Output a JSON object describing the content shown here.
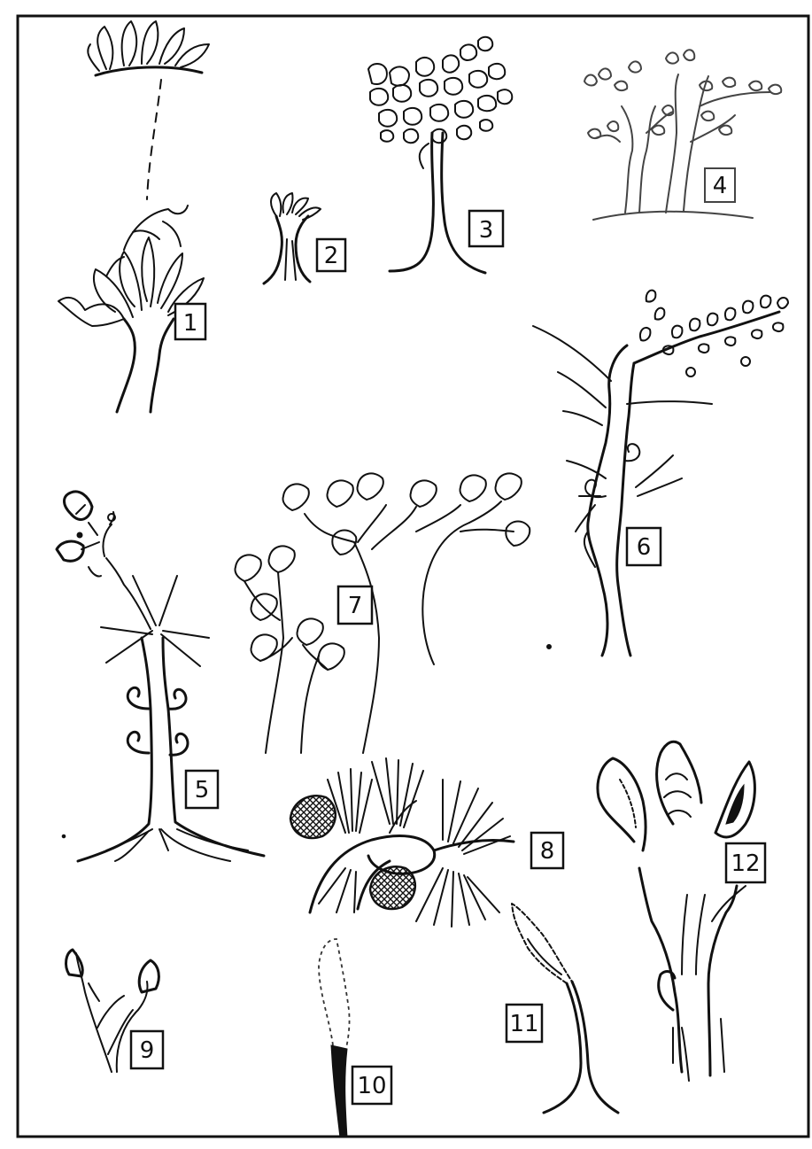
{
  "figure_labels": [
    "1",
    "2",
    "3",
    "4",
    "5",
    "6",
    "7",
    "8",
    "9",
    "10",
    "11",
    "12"
  ],
  "colors": {
    "ink": "#111111",
    "background": "#ffffff"
  }
}
